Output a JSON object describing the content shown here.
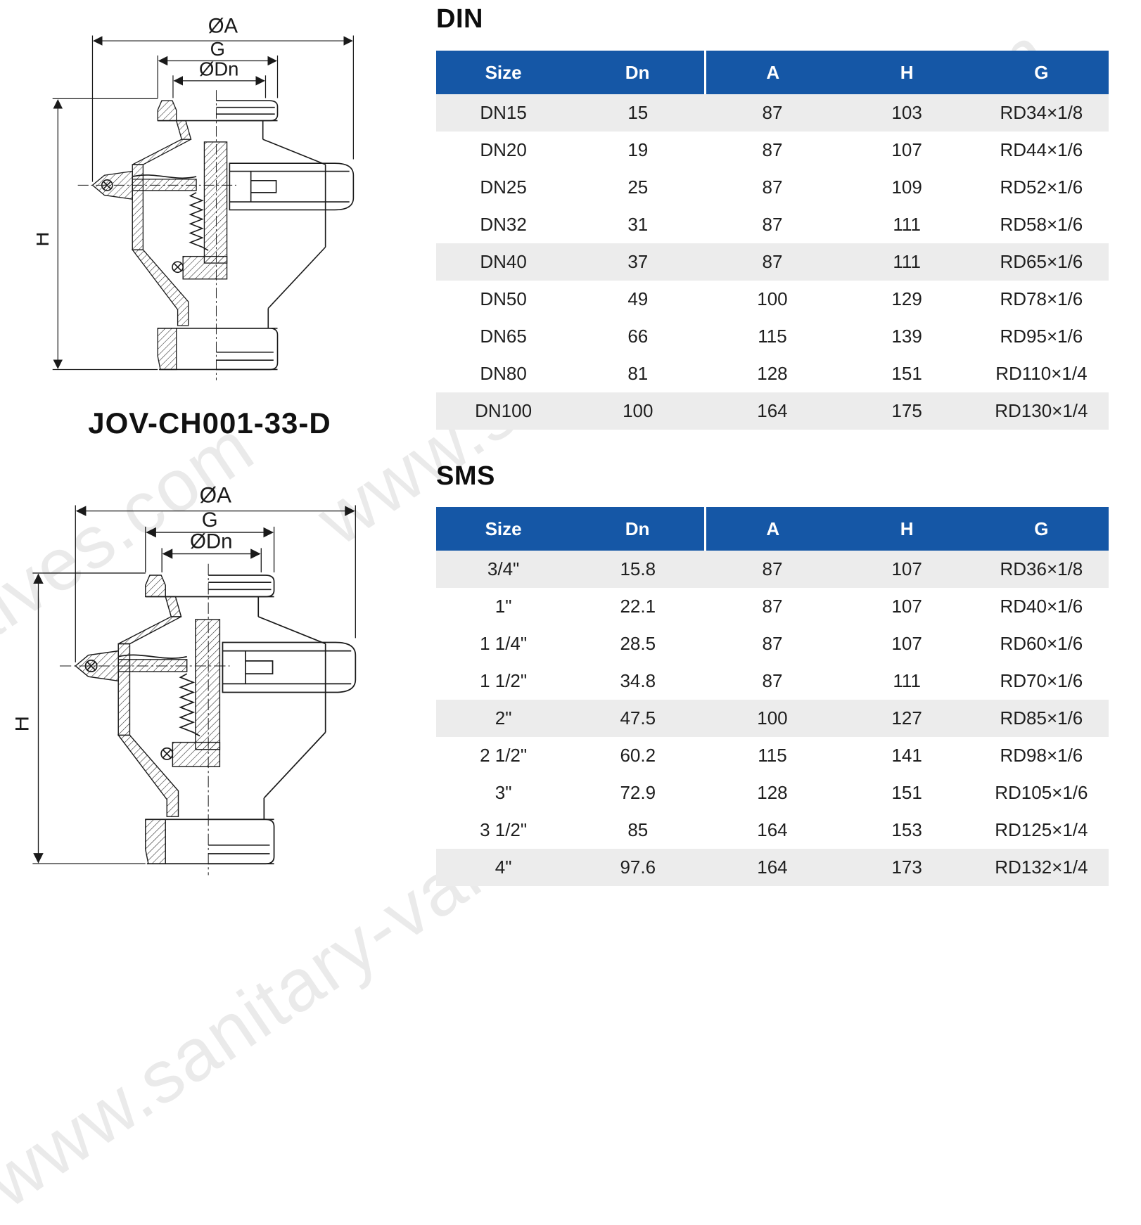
{
  "watermark": {
    "text": "www.sanitary-valves.com",
    "color": "#d9d9d9"
  },
  "drawing": {
    "dim_a_label": "ØA",
    "dim_g_label": "G",
    "dim_dn_label": "ØDn",
    "dim_h_label": "H",
    "model_label": "JOV-CH001-33-D"
  },
  "tables": [
    {
      "title": "DIN",
      "columns": [
        "Size",
        "Dn",
        "A",
        "H",
        "G"
      ],
      "rows": [
        [
          "DN15",
          "15",
          "87",
          "103",
          "RD34×1/8"
        ],
        [
          "DN20",
          "19",
          "87",
          "107",
          "RD44×1/6"
        ],
        [
          "DN25",
          "25",
          "87",
          "109",
          "RD52×1/6"
        ],
        [
          "DN32",
          "31",
          "87",
          "111",
          "RD58×1/6"
        ],
        [
          "DN40",
          "37",
          "87",
          "111",
          "RD65×1/6"
        ],
        [
          "DN50",
          "49",
          "100",
          "129",
          "RD78×1/6"
        ],
        [
          "DN65",
          "66",
          "115",
          "139",
          "RD95×1/6"
        ],
        [
          "DN80",
          "81",
          "128",
          "151",
          "RD110×1/4"
        ],
        [
          "DN100",
          "100",
          "164",
          "175",
          "RD130×1/4"
        ]
      ],
      "shaded_row_indices": [
        0,
        4,
        8
      ]
    },
    {
      "title": "SMS",
      "columns": [
        "Size",
        "Dn",
        "A",
        "H",
        "G"
      ],
      "rows": [
        [
          "3/4\"",
          "15.8",
          "87",
          "107",
          "RD36×1/8"
        ],
        [
          "1\"",
          "22.1",
          "87",
          "107",
          "RD40×1/6"
        ],
        [
          "1 1/4\"",
          "28.5",
          "87",
          "107",
          "RD60×1/6"
        ],
        [
          "1 1/2\"",
          "34.8",
          "87",
          "111",
          "RD70×1/6"
        ],
        [
          "2\"",
          "47.5",
          "100",
          "127",
          "RD85×1/6"
        ],
        [
          "2 1/2\"",
          "60.2",
          "115",
          "141",
          "RD98×1/6"
        ],
        [
          "3\"",
          "72.9",
          "128",
          "151",
          "RD105×1/6"
        ],
        [
          "3 1/2\"",
          "85",
          "164",
          "153",
          "RD125×1/4"
        ],
        [
          "4\"",
          "97.6",
          "164",
          "173",
          "RD132×1/4"
        ]
      ],
      "shaded_row_indices": [
        0,
        4,
        8
      ]
    }
  ],
  "colors": {
    "header_bg": "#1557a6",
    "header_text": "#ffffff",
    "shaded_row_bg": "#ececec",
    "row_bg": "#ffffff",
    "body_text": "#1f1f1f",
    "line_color": "#1a1a1a"
  }
}
